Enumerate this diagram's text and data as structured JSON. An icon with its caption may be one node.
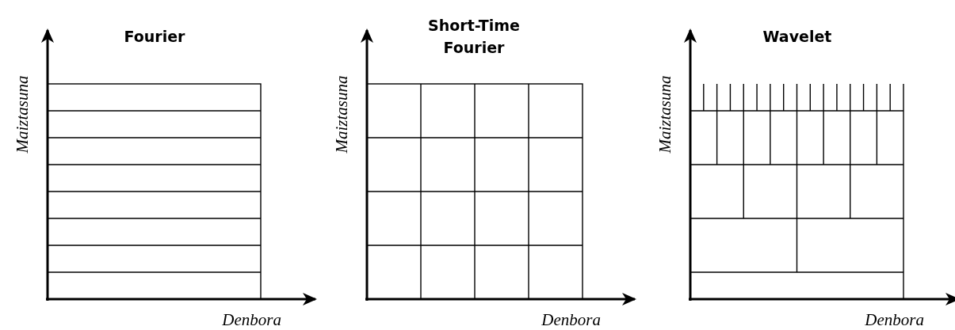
{
  "diagram": {
    "labels": [
      "Fourier",
      "Maiztasuna",
      "Denbora",
      "Short-Time Fourier",
      "Maiztasuna",
      "Denbora",
      "Wavelet",
      "Maiztasuna",
      "Denbora"
    ]
  }
}
